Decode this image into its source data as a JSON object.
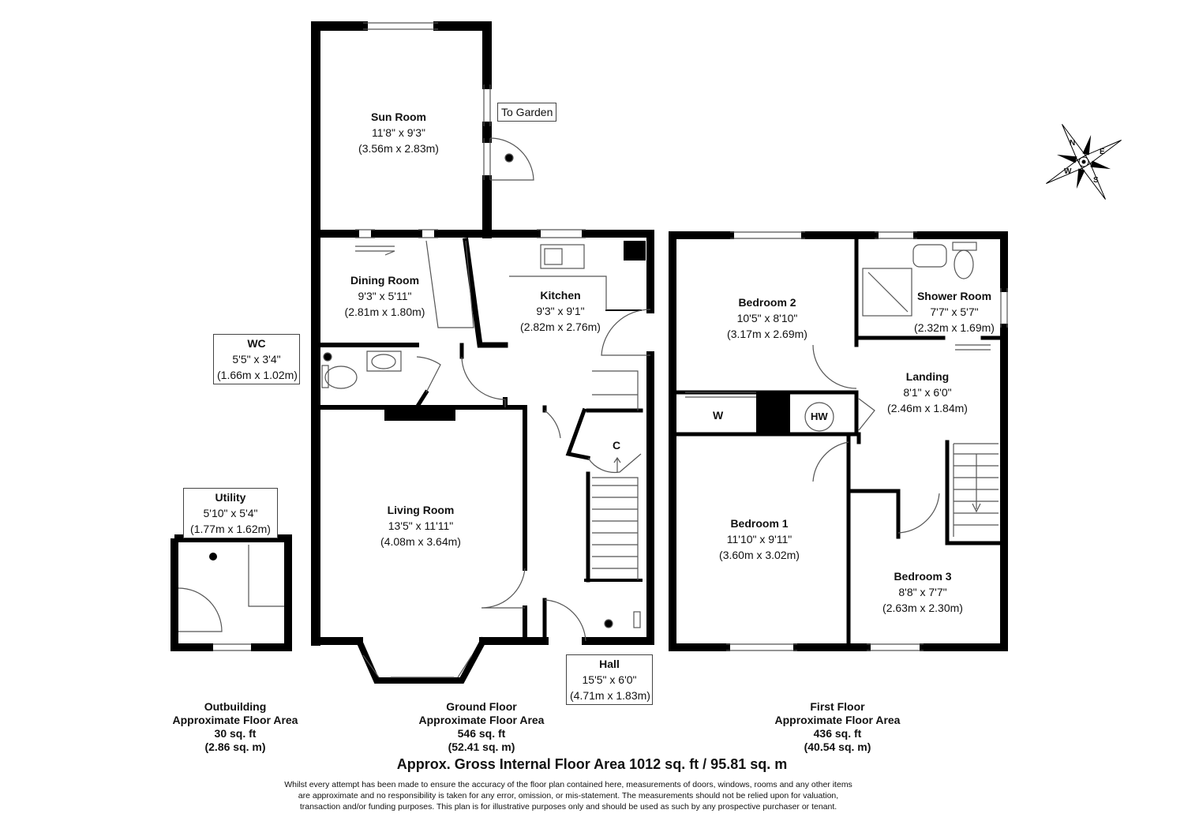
{
  "rooms": {
    "sun_room": {
      "name": "Sun Room",
      "imperial": "11'8\" x 9'3\"",
      "metric": "(3.56m x 2.83m)"
    },
    "dining_room": {
      "name": "Dining Room",
      "imperial": "9'3\" x 5'11\"",
      "metric": "(2.81m x 1.80m)"
    },
    "kitchen": {
      "name": "Kitchen",
      "imperial": "9'3\" x 9'1\"",
      "metric": "(2.82m x 2.76m)"
    },
    "wc": {
      "name": "WC",
      "imperial": "5'5\" x 3'4\"",
      "metric": "(1.66m x 1.02m)"
    },
    "living_room": {
      "name": "Living Room",
      "imperial": "13'5\" x 11'11\"",
      "metric": "(4.08m x 3.64m)"
    },
    "hall": {
      "name": "Hall",
      "imperial": "15'5\" x 6'0\"",
      "metric": "(4.71m x 1.83m)"
    },
    "utility": {
      "name": "Utility",
      "imperial": "5'10\" x 5'4\"",
      "metric": "(1.77m x 1.62m)"
    },
    "bedroom_2": {
      "name": "Bedroom 2",
      "imperial": "10'5\" x 8'10\"",
      "metric": "(3.17m x 2.69m)"
    },
    "shower_room": {
      "name": "Shower Room",
      "imperial": "7'7\" x 5'7\"",
      "metric": "(2.32m x 1.69m)"
    },
    "landing": {
      "name": "Landing",
      "imperial": "8'1\" x 6'0\"",
      "metric": "(2.46m x 1.84m)"
    },
    "bedroom_1": {
      "name": "Bedroom 1",
      "imperial": "11'10\" x 9'11\"",
      "metric": "(3.60m x 3.02m)"
    },
    "bedroom_3": {
      "name": "Bedroom 3",
      "imperial": "8'8\" x 7'7\"",
      "metric": "(2.63m x 2.30m)"
    }
  },
  "markers": {
    "to_garden": "To Garden",
    "cupboard": "C",
    "wardrobe": "W",
    "hot_water": "HW"
  },
  "compass": {
    "n": "N",
    "e": "E",
    "s": "S",
    "w": "W"
  },
  "floor_areas": {
    "outbuilding": {
      "title": "Outbuilding",
      "caption": "Approximate Floor Area",
      "sqft": "30 sq. ft",
      "sqm": "(2.86 sq. m)"
    },
    "ground": {
      "title": "Ground Floor",
      "caption": "Approximate Floor Area",
      "sqft": "546 sq. ft",
      "sqm": "(52.41 sq. m)"
    },
    "first": {
      "title": "First Floor",
      "caption": "Approximate Floor Area",
      "sqft": "436 sq. ft",
      "sqm": "(40.54 sq. m)"
    }
  },
  "gross_area": "Approx. Gross Internal Floor Area 1012 sq. ft / 95.81 sq. m",
  "disclaimer": "Whilst every attempt has been made to ensure the accuracy of the floor plan contained here, measurements of doors, windows, rooms and any other items are approximate and no responsibility is taken for any error, omission, or mis-statement. The measurements should not be relied upon for valuation, transaction and/or funding purposes. This plan is for illustrative purposes only and should be used as such by any prospective purchaser or tenant.",
  "colors": {
    "wall": "#000000",
    "background": "#ffffff",
    "fixture": "#555555"
  }
}
